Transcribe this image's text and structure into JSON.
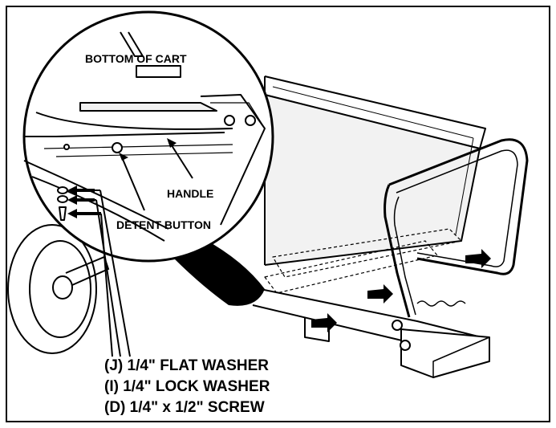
{
  "figure": {
    "labels": {
      "bottom_of_cart": "BOTTOM OF CART",
      "handle": "HANDLE",
      "detent_button": "DETENT BUTTON",
      "flat_washer": "(J) 1/4\" FLAT WASHER",
      "lock_washer": "(I) 1/4\" LOCK WASHER",
      "screw": "(D) 1/4\" x 1/2\" SCREW"
    },
    "colors": {
      "ink": "#000000",
      "paper": "#ffffff",
      "tray": "#f2f2f2"
    }
  }
}
